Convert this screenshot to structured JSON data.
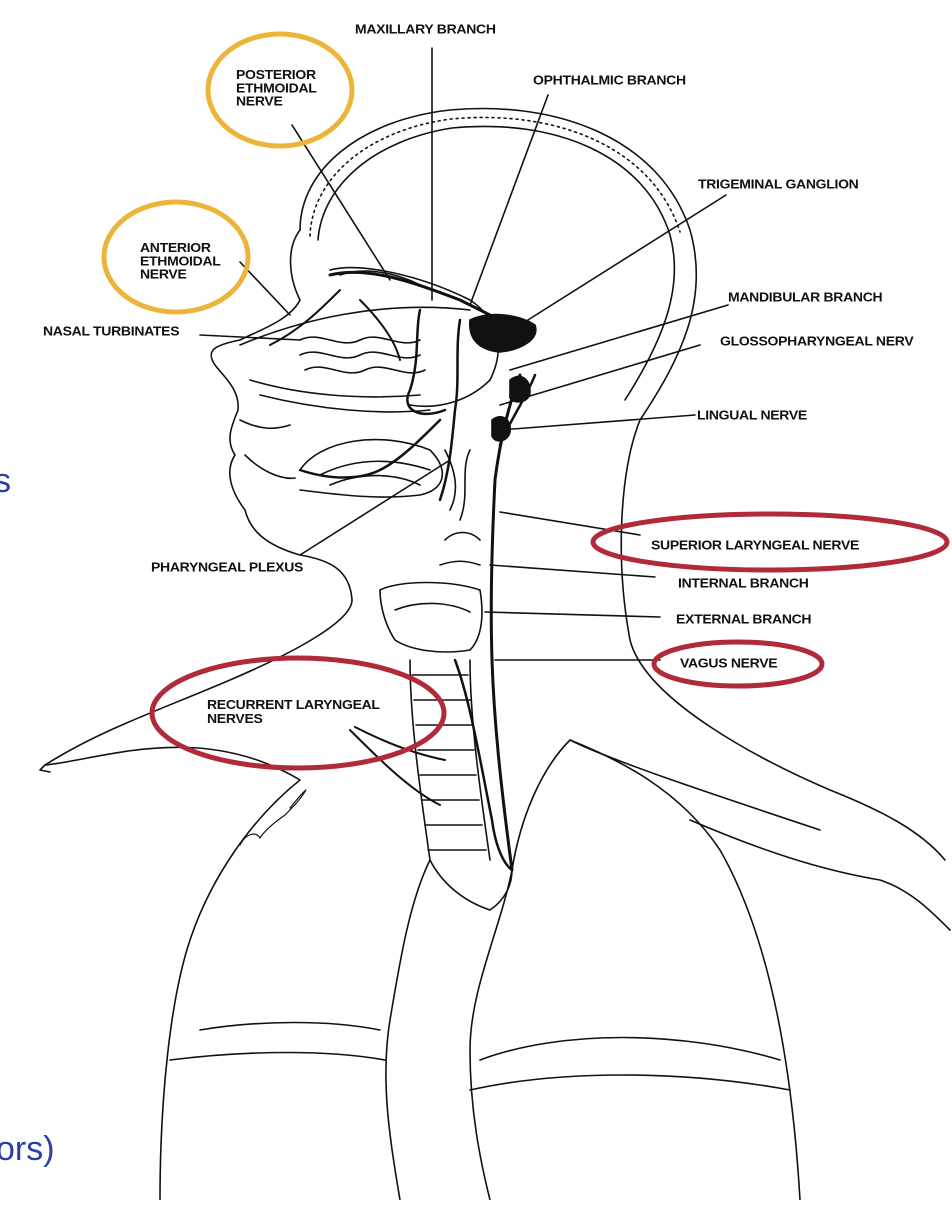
{
  "labels": {
    "maxillary_branch": "MAXILLARY BRANCH",
    "ophthalmic_branch": "OPHTHALMIC BRANCH",
    "posterior_ethmoidal_nerve": "POSTERIOR ETHMOIDAL NERVE",
    "anterior_ethmoidal_nerve": "ANTERIOR ETHMOIDAL NERVE",
    "trigeminal_ganglion": "TRIGEMINAL GANGLION",
    "mandibular_branch": "MANDIBULAR BRANCH",
    "glossopharyngeal_nerve": "GLOSSOPHARYNGEAL NERV",
    "nasal_turbinates": "NASAL TURBINATES",
    "lingual_nerve": "LINGUAL NERVE",
    "superior_laryngeal_nerve": "SUPERIOR LARYNGEAL NERVE",
    "pharyngeal_plexus": "PHARYNGEAL PLEXUS",
    "internal_branch": "INTERNAL BRANCH",
    "external_branch": "EXTERNAL BRANCH",
    "vagus_nerve": "VAGUS NERVE",
    "recurrent_laryngeal_nerves": "RECURRENT LARYNGEAL NERVES"
  },
  "edge_text": {
    "left_fragment": "s",
    "bottom_fragment": "ors)"
  },
  "colors": {
    "highlight_yellow": "#EDB43A",
    "highlight_red": "#B02A3A",
    "line": "#111111",
    "slide_text_blue": "#2A3EA8"
  }
}
